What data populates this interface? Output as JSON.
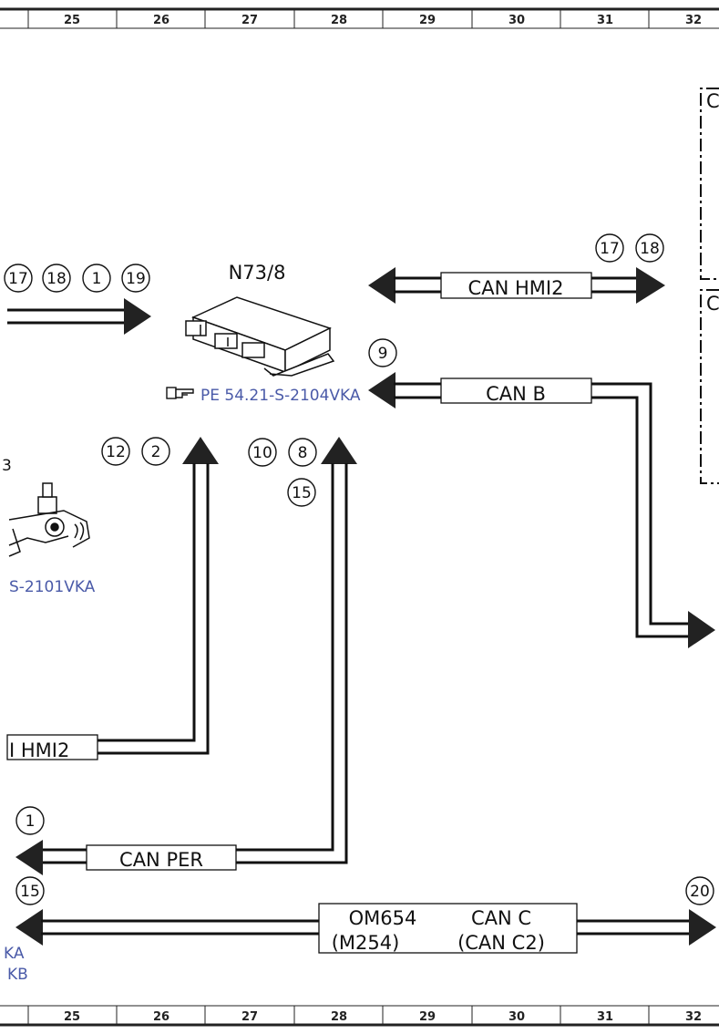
{
  "ruler": [
    "25",
    "26",
    "27",
    "28",
    "29",
    "30",
    "31",
    "32"
  ],
  "component": {
    "id": "N73/8",
    "ref": "PE 54.21-S-2104VKA"
  },
  "left_ref": "S-2101VKA",
  "bus": {
    "hmi2_top": "CAN HMI2",
    "can_b": "CAN B",
    "hmi2_left": "I HMI2",
    "can_per": "CAN PER",
    "om_line1": "OM654",
    "om_line2": "(M254)",
    "canc_line1": "CAN C",
    "canc_line2": "(CAN C2)"
  },
  "circles": {
    "c17a": "17",
    "c18a": "18",
    "c1a": "1",
    "c19": "19",
    "c17b": "17",
    "c18b": "18",
    "c9": "9",
    "c12": "12",
    "c2": "2",
    "c10": "10",
    "c8": "8",
    "c15a": "15",
    "c1b": "1",
    "c15b": "15",
    "c20": "20"
  },
  "frag": {
    "left_tick": "3",
    "vka": "KA",
    "vkb": "KB",
    "right_c1": "C",
    "right_c2": "C"
  }
}
